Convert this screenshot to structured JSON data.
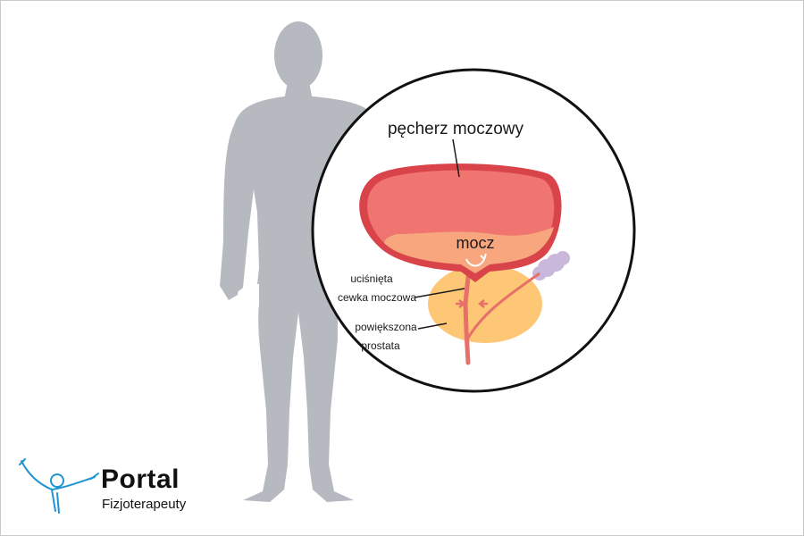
{
  "labels": {
    "bladder": "pęcherz moczowy",
    "urine": "mocz",
    "urethra_line1": "uciśnięta",
    "urethra_line2": "cewka moczowa",
    "prostate_line1": "powiększona",
    "prostate_line2": "prostata"
  },
  "logo": {
    "title": "Portal",
    "subtitle": "Fizjoterapeuty"
  },
  "colors": {
    "silhouette": "#b6b9bf",
    "bladder_wall": "#d9444a",
    "bladder_fill": "#f07570",
    "urine": "#f7a67e",
    "prostate": "#fdc776",
    "urethra": "#e8706a",
    "seminal_vesicle": "#c9b8dc",
    "logo_accent": "#1f94d2"
  }
}
